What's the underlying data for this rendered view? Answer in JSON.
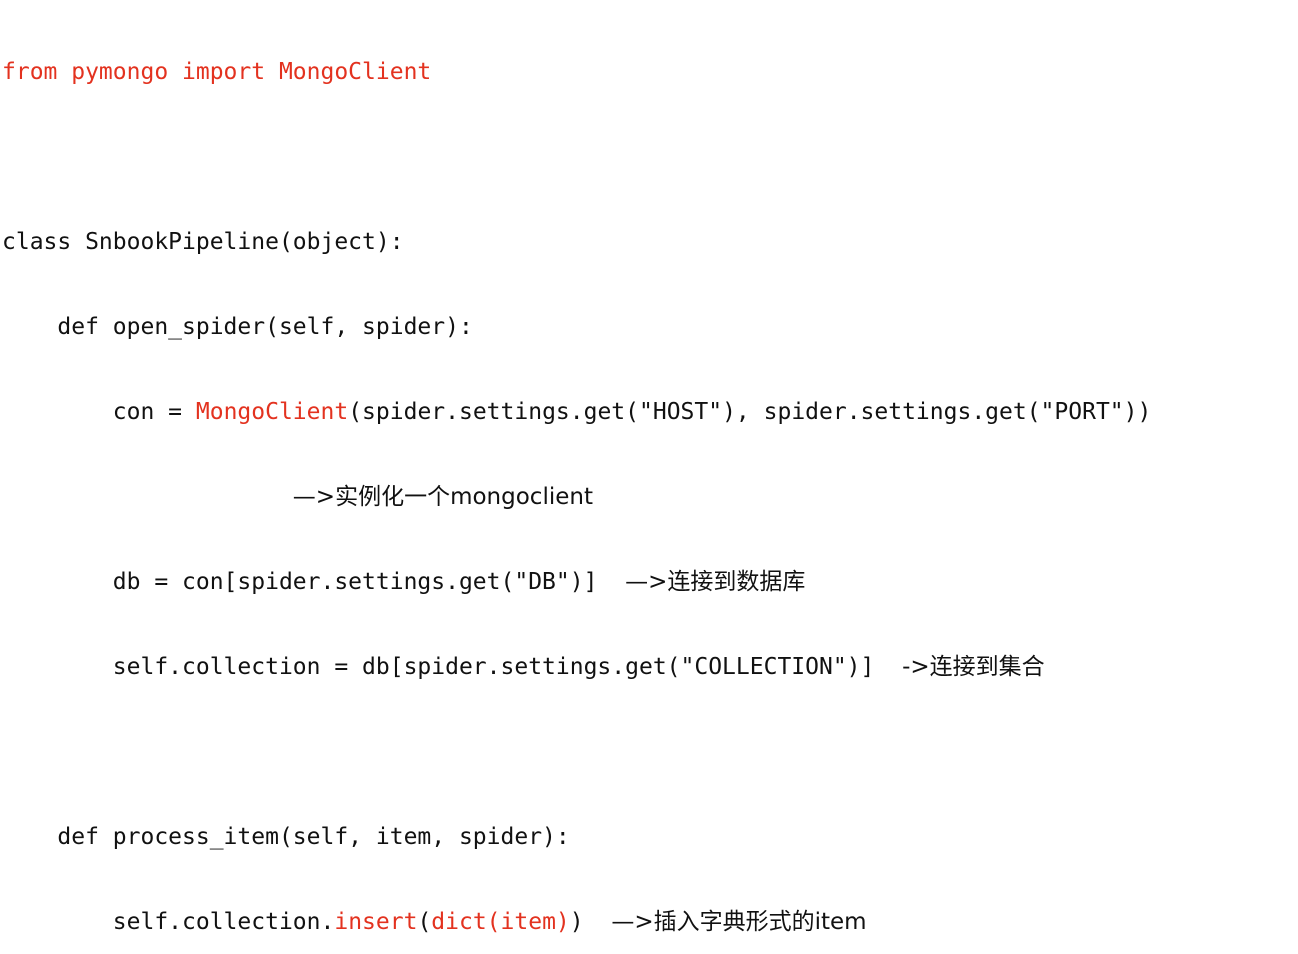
{
  "code": {
    "line1": "from pymongo import MongoClient",
    "line3": "class SnbookPipeline(object):",
    "line4": "    def open_spider(self, spider):",
    "line5_a": "        con = ",
    "line5_b": "MongoClient",
    "line5_c": "(spider.settings.get(\"HOST\"), spider.settings.get(\"PORT\"))",
    "line6_pad": "                     ",
    "line6_note": "—>实例化一个mongoclient",
    "line7_code": "        db = con[spider.settings.get(\"DB\")]  ",
    "line7_note": "—>连接到数据库",
    "line8_code": "        self.collection = db[spider.settings.get(\"COLLECTION\")]  ",
    "line8_note": "->连接到集合",
    "line10": "    def process_item(self, item, spider):",
    "line11_a": "        self.collection.",
    "line11_b": "insert",
    "line11_c": "(",
    "line11_d": "dict(item)",
    "line11_e": ")  ",
    "line11_note": "—>插入字典形式的item"
  },
  "colors": {
    "keyword_red": "#e3321f",
    "text": "#111111"
  }
}
